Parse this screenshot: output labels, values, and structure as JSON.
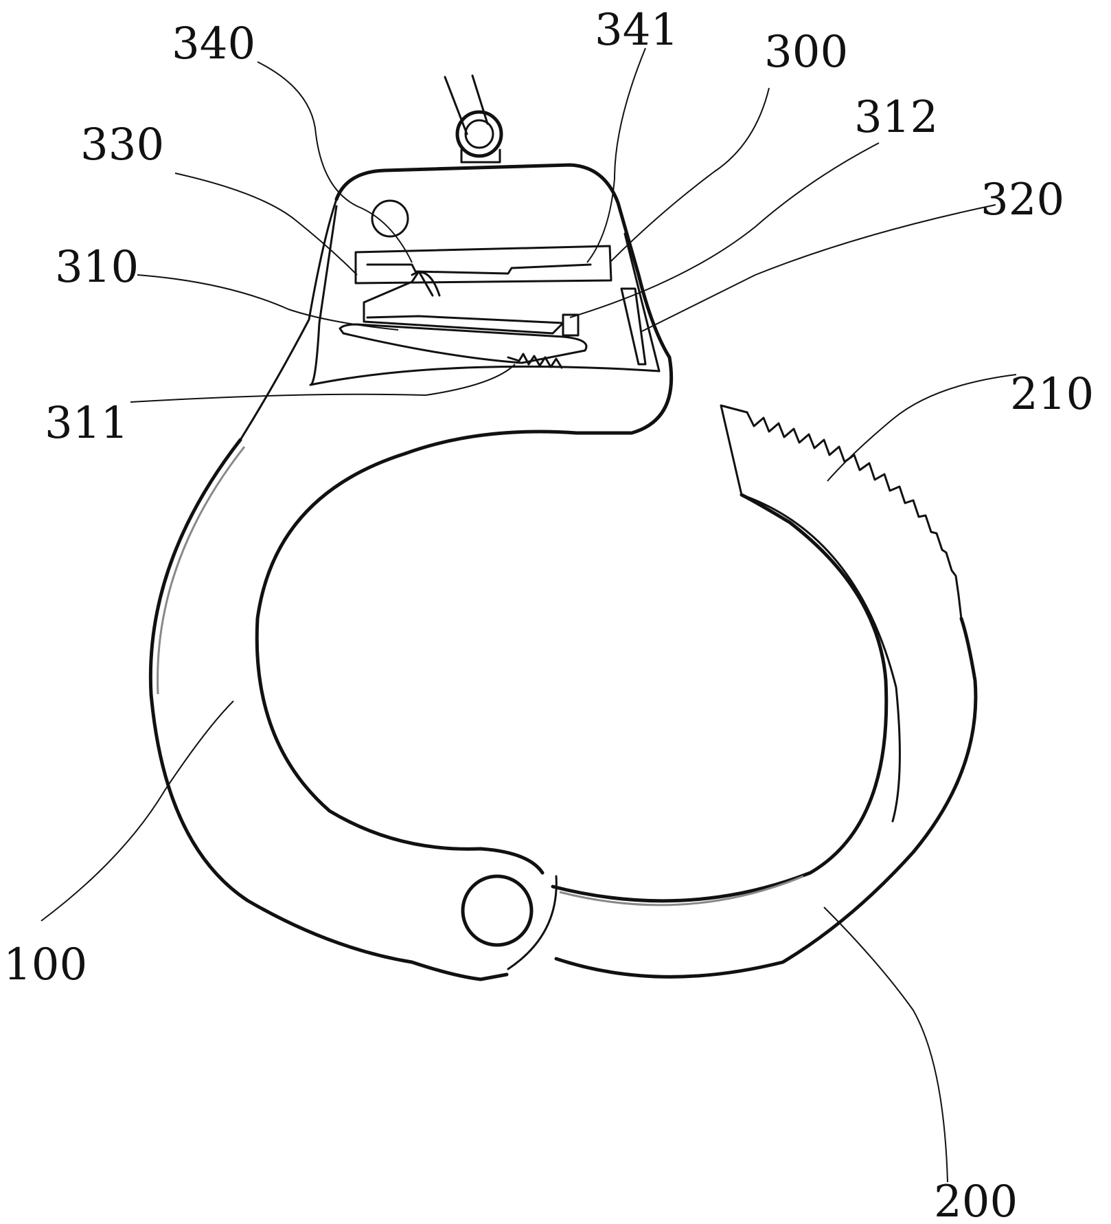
{
  "labels": {
    "l340": "340",
    "l341": "341",
    "l300": "300",
    "l330": "330",
    "l312": "312",
    "l320": "320",
    "l310": "310",
    "l311": "311",
    "l210": "210",
    "l100": "100",
    "l200": "200"
  }
}
